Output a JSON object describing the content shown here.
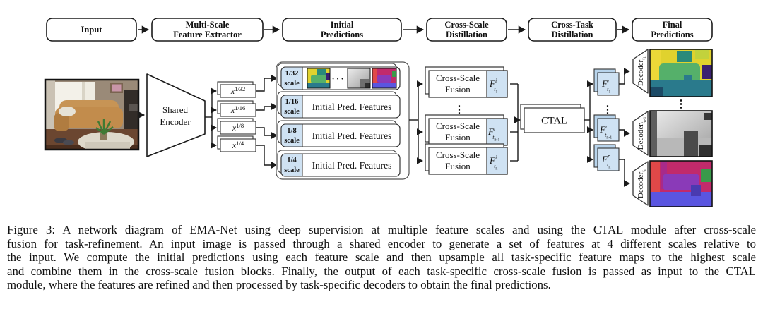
{
  "figure": {
    "pipeline": [
      {
        "line1": "Input",
        "line2": ""
      },
      {
        "line1": "Multi-Scale",
        "line2": "Feature Extractor"
      },
      {
        "line1": "Initial",
        "line2": "Predictions"
      },
      {
        "line1": "Cross-Scale",
        "line2": "Distillation"
      },
      {
        "line1": "Cross-Task",
        "line2": "Distillation"
      },
      {
        "line1": "Final",
        "line2": "Predictions"
      }
    ],
    "encoder": {
      "line1": "Shared",
      "line2": "Encoder"
    },
    "multi_scale_features": [
      {
        "base": "x",
        "exp": "1/32"
      },
      {
        "base": "x",
        "exp": "1/16"
      },
      {
        "base": "x",
        "exp": "1/8"
      },
      {
        "base": "x",
        "exp": "1/4"
      }
    ],
    "initial_rows": [
      {
        "scale": "1/32",
        "scale_word": "scale",
        "content": "prediction thumbnails: segmentation, depth, normals"
      },
      {
        "scale": "1/16",
        "scale_word": "scale",
        "content_label": "Initial Pred. Features"
      },
      {
        "scale": "1/8",
        "scale_word": "scale",
        "content_label": "Initial Pred. Features"
      },
      {
        "scale": "1/4",
        "scale_word": "scale",
        "content_label": "Initial Pred. Features"
      }
    ],
    "hdots": "· · ·",
    "vdots": "⋮",
    "fusion_blocks": [
      {
        "line1": "Cross-Scale",
        "line2": "Fusion",
        "out": {
          "base": "F",
          "sup": "i",
          "sub": "t",
          "subsub": "1"
        }
      },
      {
        "line1": "Cross-Scale",
        "line2": "Fusion",
        "out": {
          "base": "F",
          "sup": "i",
          "sub": "t",
          "subsub": "n-1"
        }
      },
      {
        "line1": "Cross-Scale",
        "line2": "Fusion",
        "out": {
          "base": "F",
          "sup": "i",
          "sub": "t",
          "subsub": "n"
        }
      }
    ],
    "ctal_label": "CTAL",
    "refined_features": [
      {
        "base": "F",
        "sup": "r",
        "sub": "t",
        "subsub": "1"
      },
      {
        "base": "F",
        "sup": "r",
        "sub": "t",
        "subsub": "n-1"
      },
      {
        "base": "F",
        "sup": "r",
        "sub": "t",
        "subsub": "n"
      }
    ],
    "decoders": [
      {
        "base": "Decoder",
        "sub": "t",
        "subsub": "1"
      },
      {
        "base": "Decoder",
        "sub": "t",
        "subsub": "n-1"
      },
      {
        "base": "Decoder",
        "sub": "t",
        "subsub": "n"
      }
    ],
    "outputs": [
      "semantic-segmentation",
      "depth",
      "surface-normals"
    ]
  },
  "caption": {
    "lines": [
      "Figure 3: A network diagram of EMA-Net using deep supervision at multiple feature scales and using the CTAL module after cross-scale",
      "fusion for task-refinement. An input image is passed through a shared encoder to generate a set of features at 4 different scales relative to",
      "the input. We compute the initial predictions using each feature scale and then upsample all task-specific feature maps to the highest scale",
      "and combine them in the cross-scale fusion blocks. Finally, the output of each task-specific cross-scale fusion is passed as input to the CTAL",
      "module, where the features are refined and then processed by task-specific decoders to obtain the final predictions."
    ]
  },
  "colors": {
    "feature_blue": "#cfe2f3",
    "feature_blue_dark": "#b8d4ec",
    "border": "#1a1a1a",
    "container_stroke": "#555555"
  }
}
